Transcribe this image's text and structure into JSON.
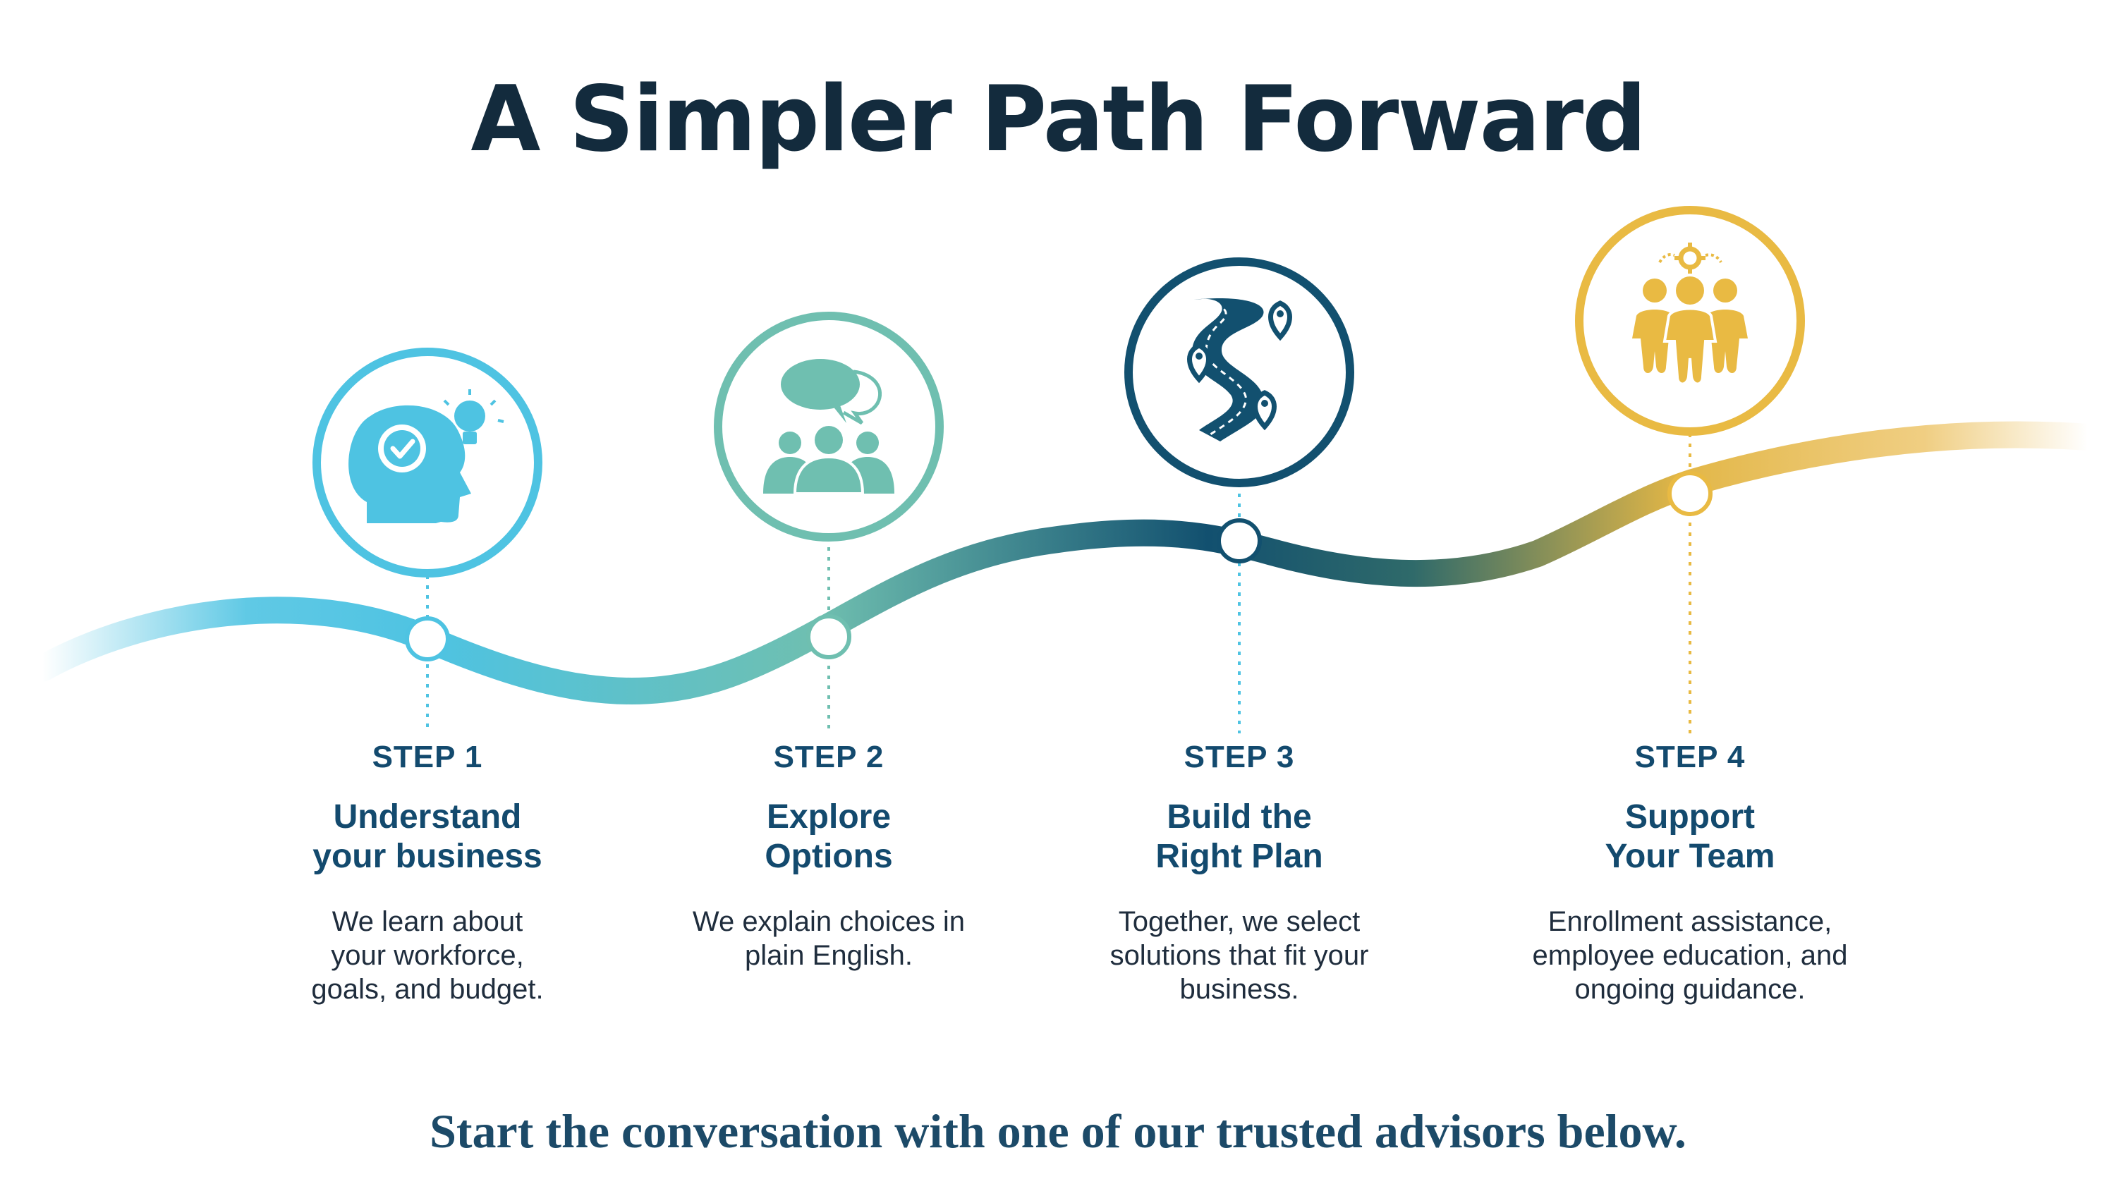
{
  "title": "A Simpler Path Forward",
  "steps": [
    {
      "label": "STEP 1",
      "heading": "Understand\nyour business",
      "description": "We learn about\nyour workforce,\ngoals, and budget.",
      "icon": "head-gear-lightbulb-icon",
      "color": "#4ec3e2"
    },
    {
      "label": "STEP 2",
      "heading": "Explore\nOptions",
      "description": "We explain choices in\nplain English.",
      "icon": "group-chat-icon",
      "color": "#6fbfb0"
    },
    {
      "label": "STEP 3",
      "heading": "Build the\nRight Plan",
      "description": "Together, we select\nsolutions that fit your\nbusiness.",
      "icon": "winding-road-pins-icon",
      "color": "#12506f"
    },
    {
      "label": "STEP 4",
      "heading": "Support\nYour Team",
      "description": "Enrollment assistance,\nemployee education, and\nongoing guidance.",
      "icon": "team-gear-icon",
      "color": "#e9ba43"
    }
  ],
  "cta": "Start the conversation with one of our trusted advisors below."
}
